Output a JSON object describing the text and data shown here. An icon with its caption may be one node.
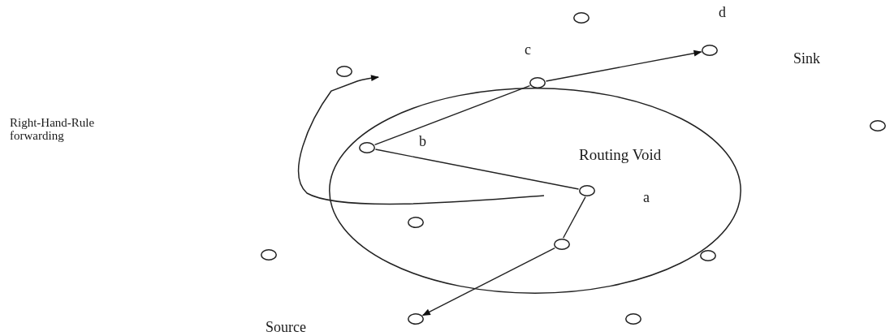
{
  "diagram": {
    "nodes": [
      {
        "text": [],
        "shape": "circle"
      },
      {
        "text": [],
        "shape": "circle",
        "beside": [
          "d"
        ]
      },
      {
        "text": [],
        "shape": "circle"
      },
      {
        "text": [],
        "shape": "circle",
        "beside": [
          "c"
        ]
      },
      {
        "text": [],
        "shape": "circle"
      },
      {
        "text": [
          "Routing Void"
        ]
      },
      {
        "text": [],
        "shape": "circle",
        "in": 5,
        "beside": [
          "b"
        ]
      },
      {
        "text": [],
        "shape": "circle",
        "in": 5,
        "beside": [
          "a"
        ]
      },
      {
        "text": [],
        "shape": "circle",
        "in": 5
      },
      {
        "text": [],
        "shape": "circle",
        "in": 5
      },
      {
        "text": [],
        "shape": "circle"
      },
      {
        "text": [],
        "shape": "circle",
        "in": 5
      },
      {
        "text": [],
        "shape": "circle"
      },
      {
        "text": [],
        "shape": "circle"
      }
    ],
    "edges": [
      {
        "from": 7,
        "to": 6,
        "arrow": "none"
      },
      {
        "from": 7,
        "to": 9,
        "arrow": "none"
      },
      {
        "from": 9,
        "to": 12,
        "arrow": "to"
      },
      {
        "from": 6,
        "to": 3,
        "arrow": "none"
      },
      {
        "from": 3,
        "to": 1,
        "arrow": "to"
      }
    ],
    "labels": [
      "Sink",
      "Right-Hand-Rule forwarding",
      "Source"
    ]
  }
}
